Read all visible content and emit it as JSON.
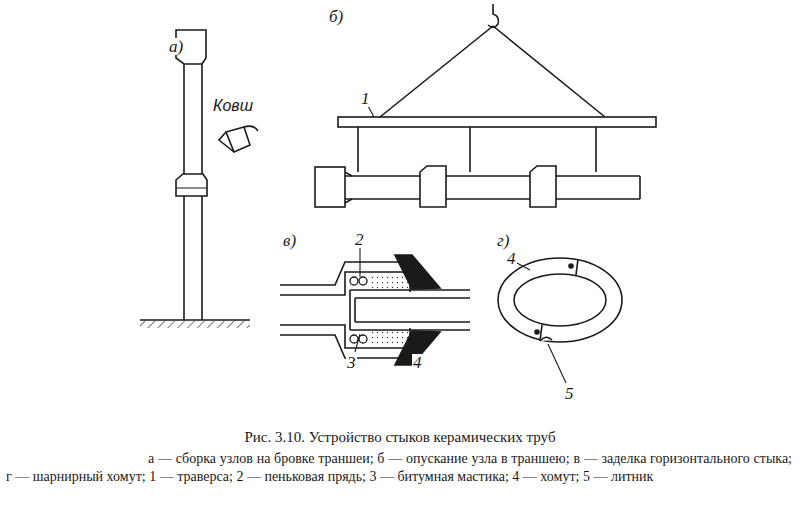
{
  "diagram": {
    "title": "Рис. 3.10. Устройство стыков керамических труб",
    "caption": "а — сборка узлов на бровке траншеи; б — опускание узла в траншею; в — заделка горизонтального стыка; г — шарнирный хомут; 1 — траверса; 2 — пеньковая прядь; 3 — битумная мастика; 4 — хомут; 5 — литник",
    "labels": [
      "а)",
      "б)",
      "Ковш",
      "1",
      "в)",
      "2",
      "г)",
      "4",
      "3",
      "4",
      "5"
    ]
  }
}
